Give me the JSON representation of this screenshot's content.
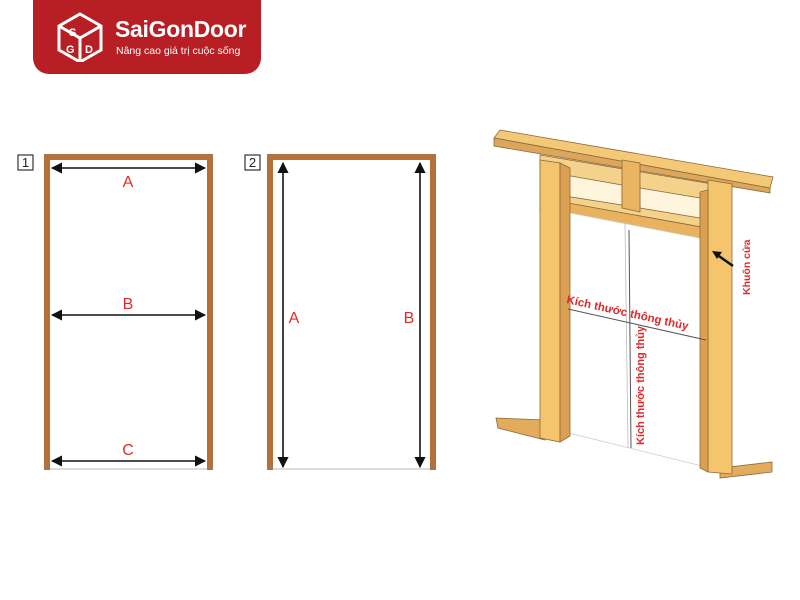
{
  "logo": {
    "brand": "SaiGonDoor",
    "slogan": "Nâng cao giá trị cuộc sống"
  },
  "figure1": {
    "number": "1",
    "labels": [
      "A",
      "B",
      "C"
    ]
  },
  "figure2": {
    "number": "2",
    "labels": [
      "A",
      "B"
    ]
  },
  "figure3": {
    "frame_label": "Khuôn cửa",
    "clear_width_label": "Kích thước thông thủy",
    "clear_height_label": "Kích thước thông thủy"
  },
  "colors": {
    "brand_red": "#b81f24",
    "frame_brown": "#b3713e",
    "label_red": "#e02a2a",
    "wood": "#f2c46f"
  }
}
